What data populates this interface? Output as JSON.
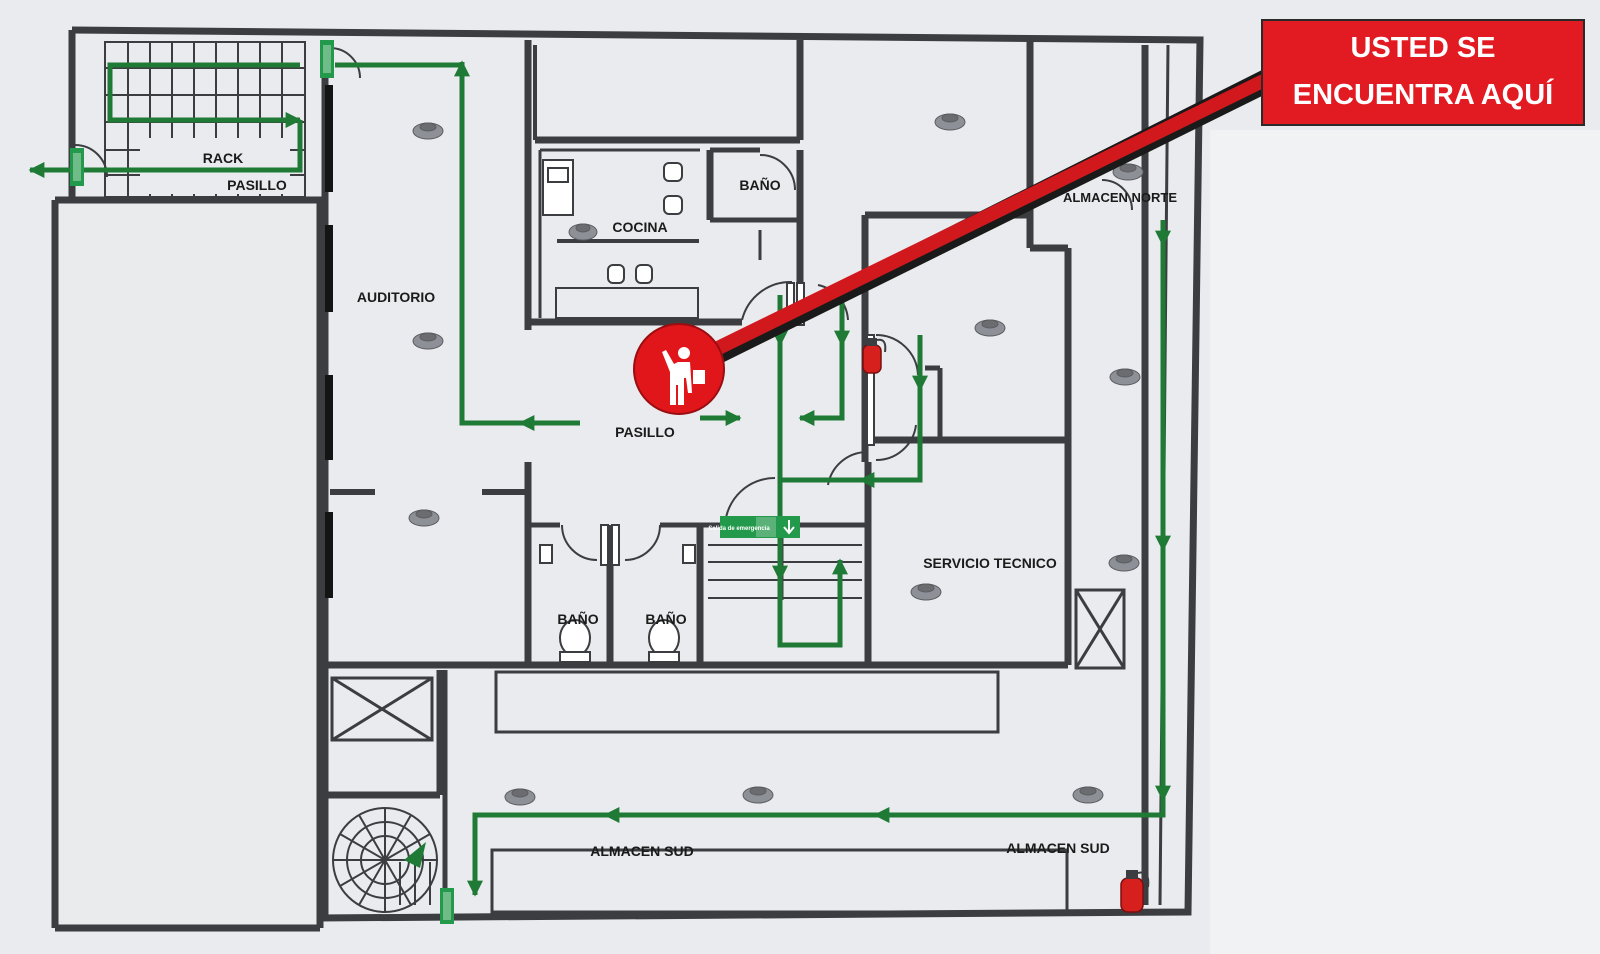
{
  "banner": {
    "line1": "USTED SE",
    "line2": "ENCUENTRA AQUÍ"
  },
  "rooms": {
    "rack": "RACK",
    "pasillo_top": "PASILLO",
    "auditorio": "AUDITORIO",
    "cocina": "COCINA",
    "bano_top": "BAÑO",
    "almacen_norte": "ALMACEN NORTE",
    "pasillo_center": "PASILLO",
    "bano_left": "BAÑO",
    "bano_right": "BAÑO",
    "servicio_tecnico": "SERVICIO TECNICO",
    "almacen_sud_left": "ALMACEN SUD",
    "almacen_sud_right": "ALMACEN SUD"
  },
  "exit_sign": {
    "text": "Salida de emergencia"
  },
  "colors": {
    "wall": "#3c3d40",
    "route": "#1f7a35",
    "banner": "#e21a22",
    "marker": "#e0161b",
    "extinguisher": "#d6201e"
  },
  "icons": {
    "you_are_here": "person-pointing-icon",
    "extinguisher": "fire-extinguisher-icon",
    "smoke_detector": "smoke-detector-icon",
    "exit": "emergency-exit-icon"
  }
}
